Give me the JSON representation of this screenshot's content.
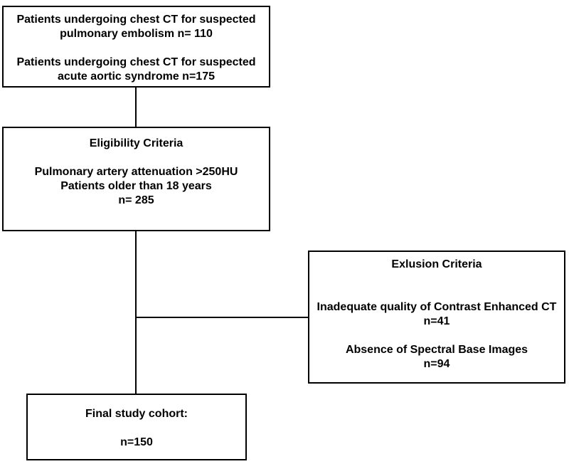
{
  "figure": {
    "type": "flowchart",
    "background_color": "#ffffff",
    "line_color": "#000000",
    "text_color": "#000000",
    "boxes": {
      "recruitment": {
        "paragraph1": {
          "line1": "Patients undergoing chest CT for suspected",
          "line2": "pulmonary embolism n= 110"
        },
        "paragraph2": {
          "line1": "Patients undergoing chest CT for suspected",
          "line2": "acute aortic syndrome n=175"
        }
      },
      "eligibility": {
        "title": "Eligibility Criteria",
        "criteria_line1": "Pulmonary artery attenuation >250HU",
        "criteria_line2": "Patients older than 18 years",
        "count": "n= 285"
      },
      "exclusion": {
        "title": "Exlusion Criteria",
        "reason1": "Inadequate quality of Contrast Enhanced CT",
        "reason1_count": "n=41",
        "reason2": "Absence of Spectral Base Images",
        "reason2_count": "n=94"
      },
      "final": {
        "title": "Final study cohort:",
        "count": "n=150"
      }
    }
  }
}
